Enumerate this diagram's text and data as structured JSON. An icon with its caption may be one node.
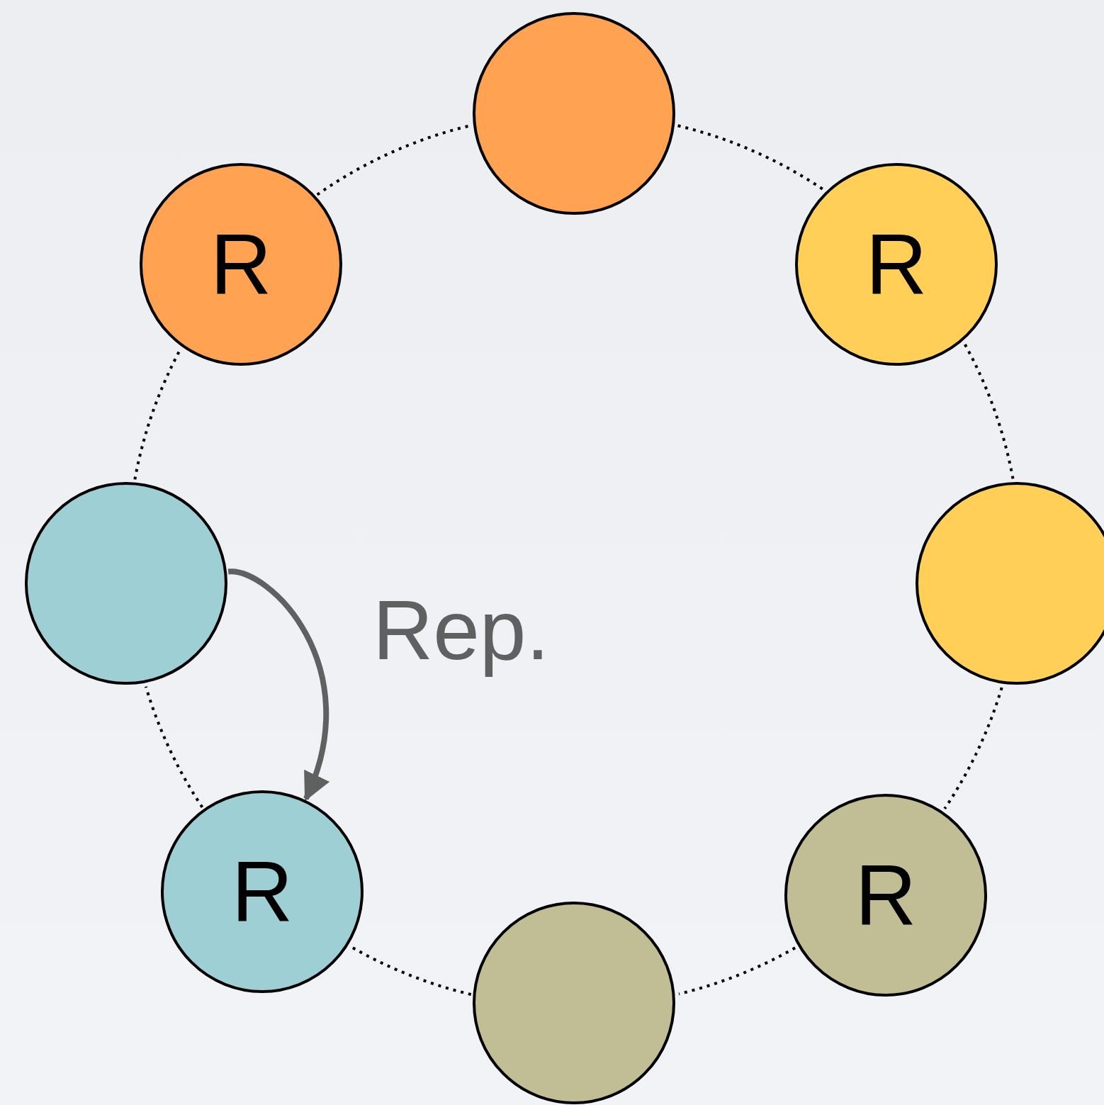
{
  "diagram": {
    "nodes": [
      {
        "text": [],
        "shape": "circle"
      },
      {
        "text": [
          "R"
        ]
      },
      {
        "text": [
          "R"
        ]
      },
      {
        "text": [],
        "shape": "circle"
      },
      {
        "text": [],
        "shape": "circle"
      },
      {
        "text": [
          "R"
        ]
      },
      {
        "text": [
          "R"
        ]
      },
      {
        "text": [],
        "shape": "circle"
      }
    ],
    "edges": [
      {
        "from": 0,
        "to": 2,
        "arrow": "none",
        "style": "dashed"
      },
      {
        "from": 2,
        "to": 4,
        "arrow": "none",
        "style": "dashed"
      },
      {
        "from": 4,
        "to": 6,
        "arrow": "none",
        "style": "dashed"
      },
      {
        "from": 6,
        "to": 7,
        "arrow": "none",
        "style": "dashed"
      },
      {
        "from": 7,
        "to": 5,
        "arrow": "none",
        "style": "dashed"
      },
      {
        "from": 5,
        "to": 3,
        "arrow": "none",
        "style": "dashed"
      },
      {
        "from": 3,
        "to": 1,
        "arrow": "none",
        "style": "dashed"
      },
      {
        "from": 1,
        "to": 0,
        "arrow": "none",
        "style": "dashed"
      },
      {
        "from": 3,
        "to": 5,
        "arrow": "to",
        "label": "Rep.",
        "style": "thick",
        "color": "#5f6060"
      }
    ]
  }
}
